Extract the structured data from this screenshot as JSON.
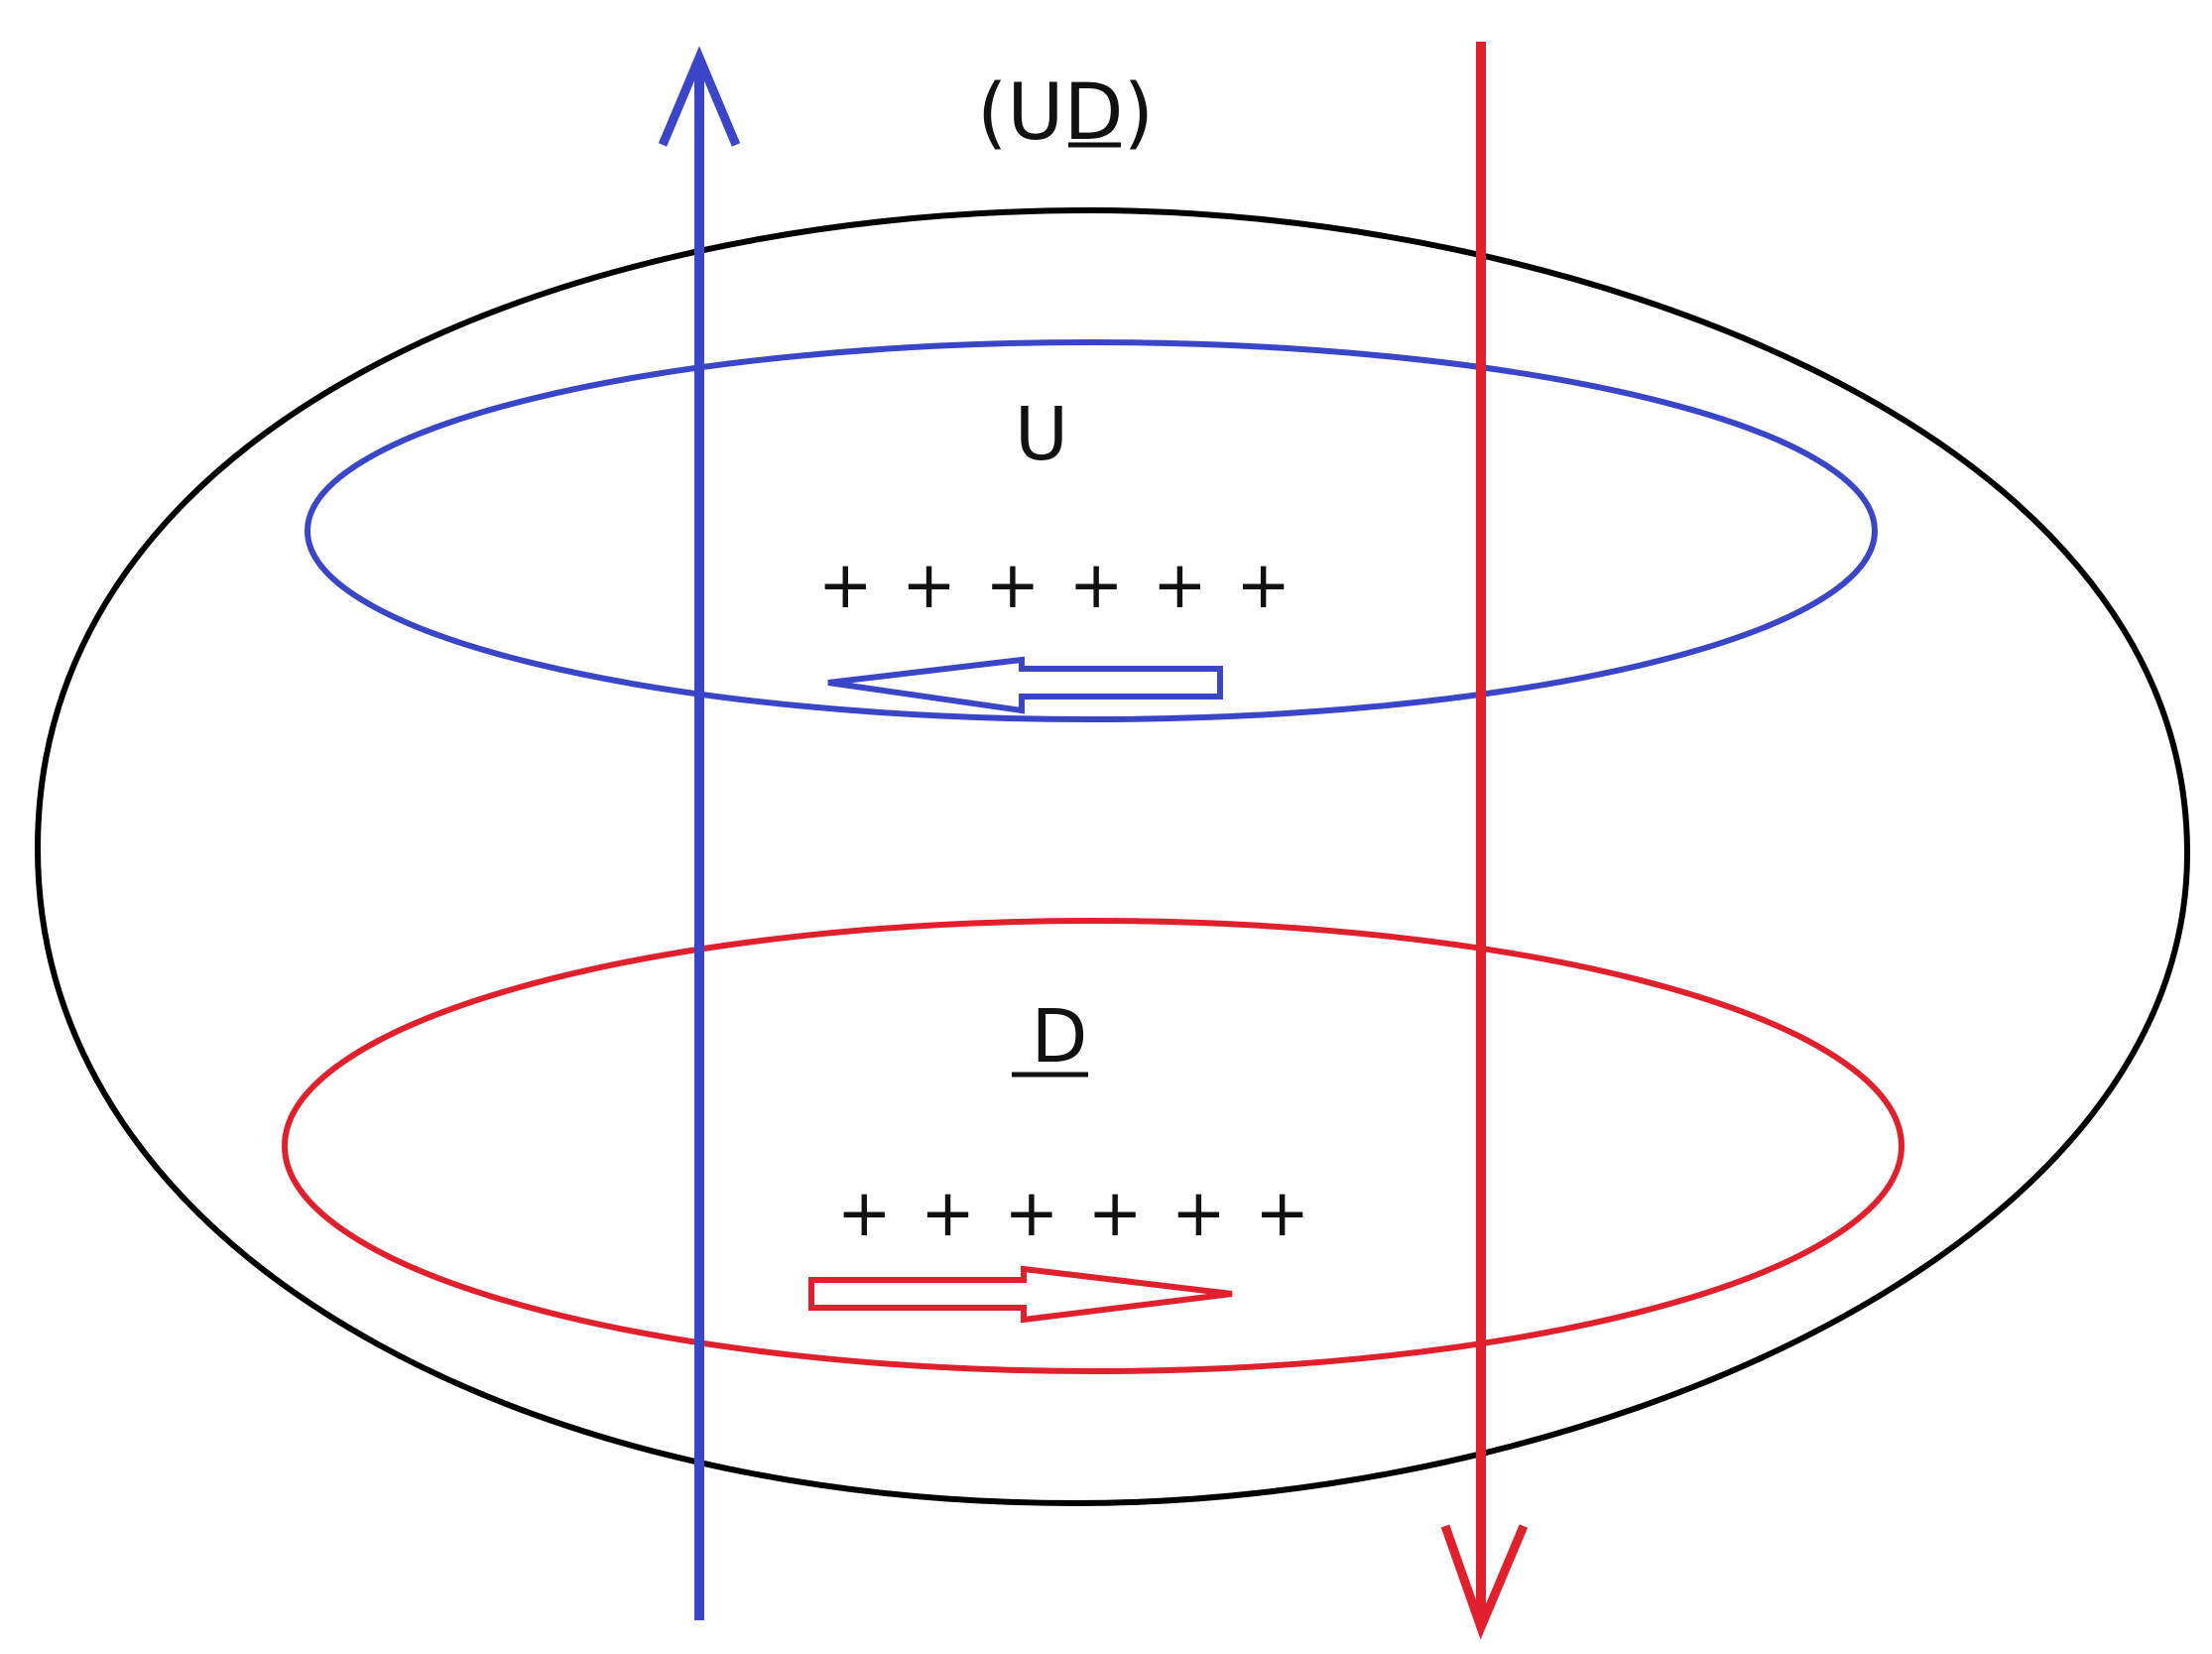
{
  "labels": {
    "top_open": "(U",
    "top_underlined": "D",
    "top_close": ")",
    "upper_ring": "U",
    "lower_ring": "D"
  },
  "upper_ring": {
    "charges": "+ + + + + +",
    "circulation": "leftward",
    "color": "#3b45c8"
  },
  "lower_ring": {
    "charges": "+ + + + + +",
    "circulation": "rightward",
    "color": "#e0202c"
  },
  "axes": {
    "left_arrow": {
      "direction": "up",
      "color": "#3b45c8"
    },
    "right_arrow": {
      "direction": "down",
      "color": "#e0202c"
    }
  },
  "outer_torus": {
    "color": "#000000"
  }
}
